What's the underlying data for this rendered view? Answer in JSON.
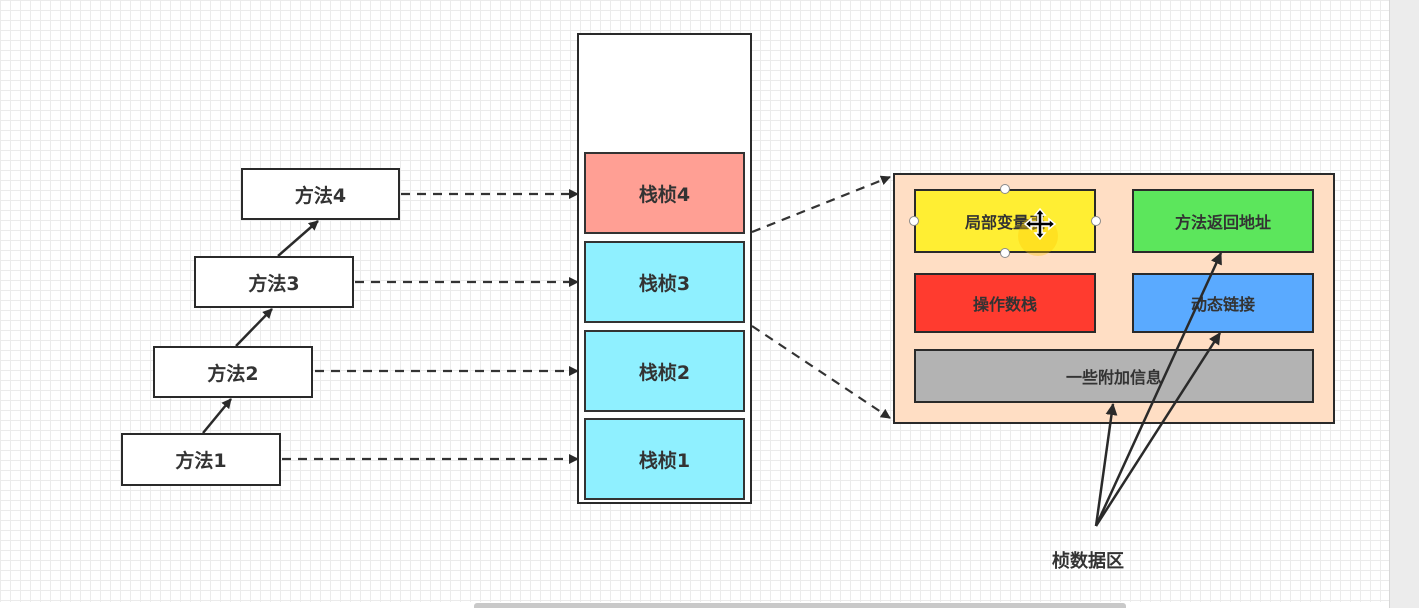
{
  "methods": [
    {
      "label": "方法1"
    },
    {
      "label": "方法2"
    },
    {
      "label": "方法3"
    },
    {
      "label": "方法4"
    }
  ],
  "stack": {
    "frames": [
      {
        "label": "栈桢4",
        "color": "#ff9f94"
      },
      {
        "label": "栈桢3",
        "color": "#8ff0ff"
      },
      {
        "label": "栈桢2",
        "color": "#8ff0ff"
      },
      {
        "label": "栈桢1",
        "color": "#8ff0ff"
      }
    ]
  },
  "frame_detail": {
    "background": "#ffdec4",
    "slots": {
      "local_vars": {
        "label": "局部变量表",
        "color": "#ffee33"
      },
      "return_addr": {
        "label": "方法返回地址",
        "color": "#5ce65c"
      },
      "operand_stack": {
        "label": "操作数栈",
        "color": "#ff3b2f"
      },
      "dynamic_link": {
        "label": "动态链接",
        "color": "#5aaaff"
      },
      "extra_info": {
        "label": "一些附加信息",
        "color": "#b3b3b3"
      }
    }
  },
  "callout": {
    "label": "桢数据区"
  },
  "cursor": {
    "icon": "move-cursor-icon"
  }
}
